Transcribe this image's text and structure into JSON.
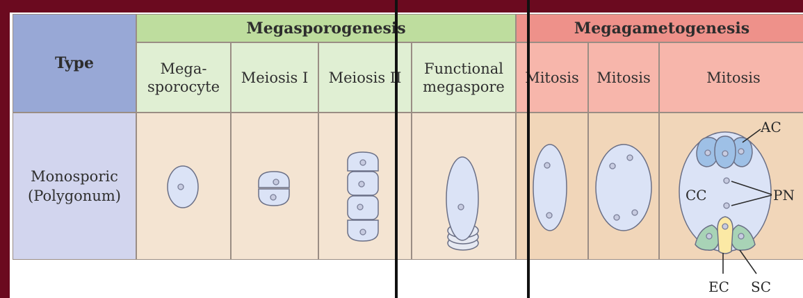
{
  "table": {
    "type_header": "Type",
    "megasporogenesis_header": "Megasporogenesis",
    "megagametogenesis_header": "Megagametogenesis",
    "columns": {
      "megasporocyte": "Mega-\nsporocyte",
      "meiosis1": "Meiosis I",
      "meiosis2": "Meiosis II",
      "functional": "Functional\nmegaspore",
      "mitosis1": "Mitosis",
      "mitosis2": "Mitosis",
      "mitosis3": "Mitosis"
    },
    "row_label": "Monosporic\n(Polygonum)"
  },
  "labels": {
    "ac": "AC",
    "cc": "CC",
    "pn": "PN",
    "ec": "EC",
    "sc": "SC"
  },
  "colors": {
    "frame": "#6b0a1f",
    "type_header_bg": "#98a8d6",
    "type_row_bg": "#d2d5ee",
    "sporo_header_bg": "#bedd9e",
    "sporo_sub_bg": "#e0efd3",
    "gameto_header_bg": "#ee918a",
    "gameto_sub_bg": "#f7b6ab",
    "sporo_body_bg": "#f4e4d2",
    "gameto_body_bg": "#f1d6b9",
    "cell_fill": "#dbe3f6",
    "antipodal_fill": "#9ec0e6",
    "synergid_fill": "#a8d3b6",
    "egg_fill": "#fbe9a5"
  }
}
